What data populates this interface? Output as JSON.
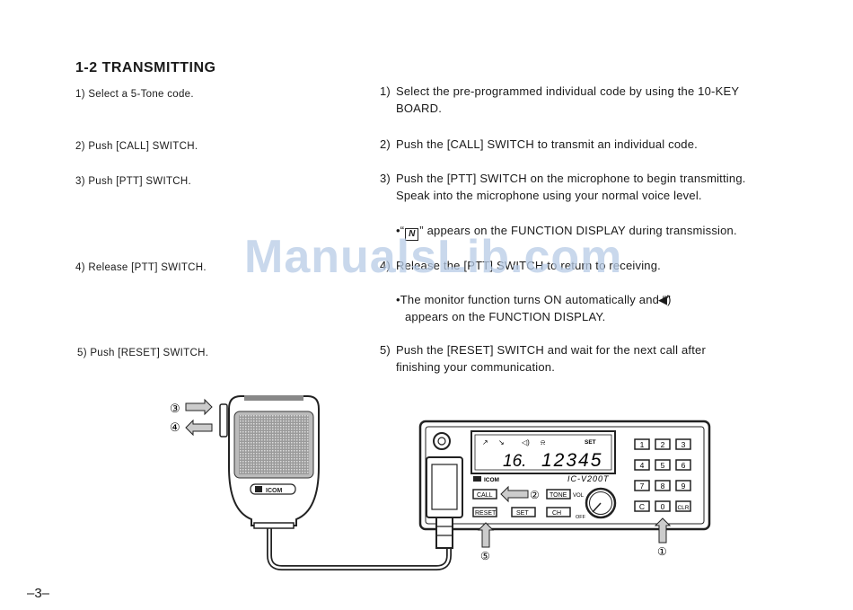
{
  "page": {
    "title": "1-2  TRANSMITTING",
    "page_number": "–3–",
    "watermark": "ManualsLib.com"
  },
  "left_steps": [
    "1)  Select a 5-Tone code.",
    "2)  Push [CALL] SWITCH.",
    "3)  Push [PTT] SWITCH.",
    "4)  Release [PTT] SWITCH.",
    "5)  Push [RESET] SWITCH."
  ],
  "right_steps": [
    {
      "num": "1)",
      "line1": "Select the pre-programmed individual code by using the 10-KEY",
      "line2": "BOARD."
    },
    {
      "num": "2)",
      "line1": "Push the [CALL] SWITCH to transmit an individual code.",
      "line2": ""
    },
    {
      "num": "3)",
      "line1": "Push the [PTT] SWITCH on the microphone to begin transmitting.",
      "line2": "Speak into the microphone using your normal voice level."
    },
    {
      "num": "4)",
      "line1": "Release the [PTT] SWITCH to return to receiving.",
      "line2": ""
    },
    {
      "num": "5)",
      "line1": "Push the [RESET] SWITCH and wait for the next call after",
      "line2": "finishing your communication."
    }
  ],
  "notes": [
    {
      "prefix": "•“",
      "suffix": "” appears on the FUNCTION DISPLAY during transmission."
    },
    {
      "line1": "•The monitor function turns ON automatically and “”",
      "line2": "appears on the FUNCTION DISPLAY."
    }
  ],
  "radio": {
    "brand": "ICOM",
    "model": "IC-V200T",
    "display_channel": "16.",
    "display_code": "12345",
    "display_set": "SET",
    "buttons": {
      "call": "CALL",
      "tone": "TONE",
      "vol": "VOL",
      "reset": "RESET",
      "set": "SET",
      "ch": "CH",
      "off": "OFF"
    },
    "keypad": [
      "1",
      "2",
      "3",
      "4",
      "5",
      "6",
      "7",
      "8",
      "9",
      "C",
      "0",
      "CLR"
    ]
  },
  "microphone": {
    "brand": "ICOM"
  },
  "callouts": {
    "c1": "①",
    "c2": "②",
    "c3": "③",
    "c4": "④",
    "c5": "⑤"
  }
}
